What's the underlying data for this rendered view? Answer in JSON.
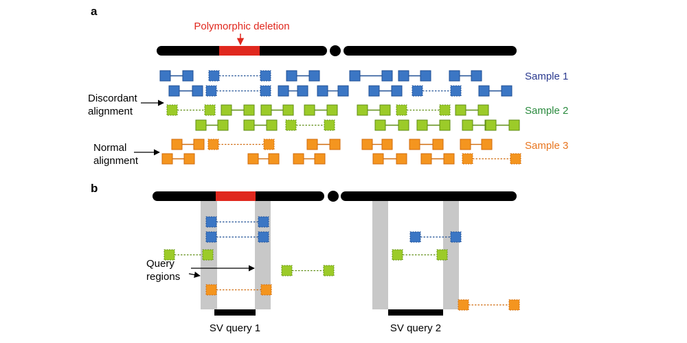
{
  "panel_a": {
    "label": "a",
    "deletion_label": "Polymorphic deletion",
    "annotations": {
      "discordant": [
        "Discordant",
        "alignment"
      ],
      "normal": [
        "Normal",
        "alignment"
      ]
    },
    "samples": [
      {
        "name": "Sample 1",
        "color": "#2b3a8f",
        "fill": "#3b76c4",
        "stroke": "#1f4f94"
      },
      {
        "name": "Sample 2",
        "color": "#2a8a3e",
        "fill": "#9ccb29",
        "stroke": "#5f8e14"
      },
      {
        "name": "Sample 3",
        "color": "#e8751f",
        "fill": "#f4951f",
        "stroke": "#d06b0e"
      }
    ]
  },
  "panel_b": {
    "label": "b",
    "query_regions_label": [
      "Query",
      "regions"
    ],
    "queries": [
      "SV query 1",
      "SV query 2"
    ]
  },
  "colors": {
    "deletion": "#e0281e",
    "chromosome": "#000000",
    "query_region": "#c8c8c8"
  }
}
